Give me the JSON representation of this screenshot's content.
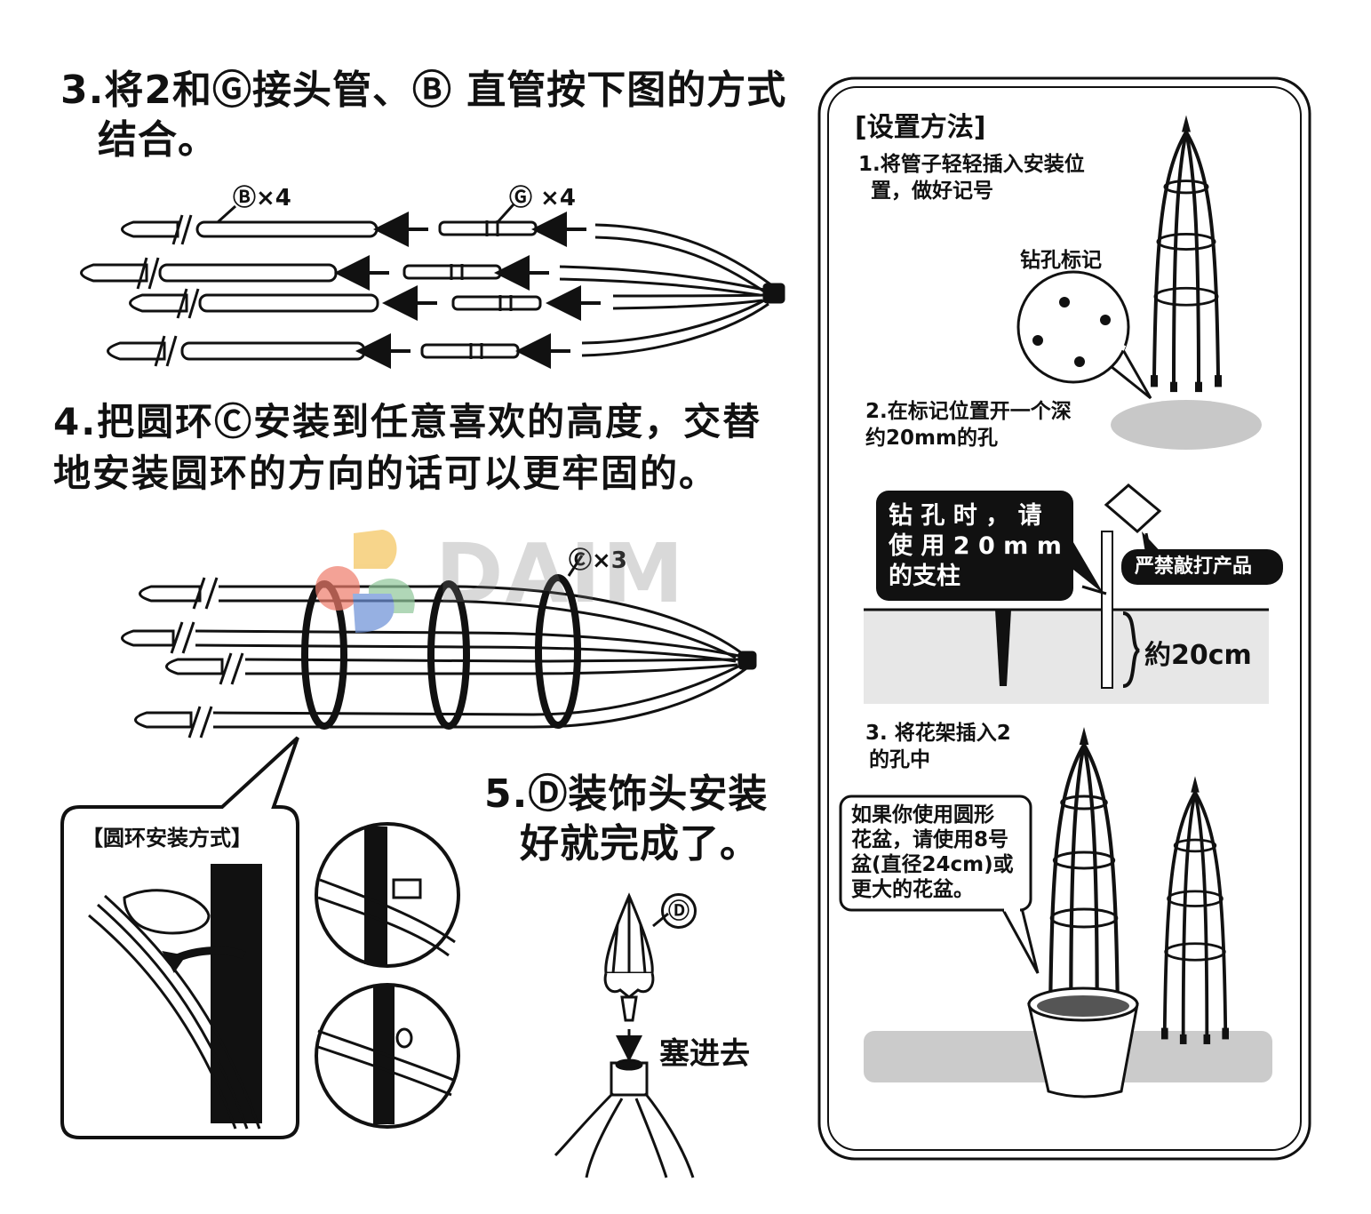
{
  "step3": {
    "line1": "3.将2和Ⓖ接头管、Ⓑ 直管按下图的方式",
    "line2": "结合。",
    "label_b": "Ⓑ×4",
    "label_g": "Ⓖ ×4"
  },
  "step4": {
    "line1": "4.把圆环Ⓒ安装到任意喜欢的高度，交替",
    "line2": "地安装圆环的方向的话可以更牢固的。",
    "label_c": "Ⓒ×3"
  },
  "ring_method": {
    "title": "【圆环安装方式】"
  },
  "step5": {
    "line1": "5.Ⓓ装饰头安装",
    "line2": "好就完成了。",
    "label_d": "Ⓓ",
    "insert_label": "塞进去"
  },
  "setup": {
    "title": "[设置方法]",
    "s1_line1": "1.将管子轻轻插入安装位",
    "s1_line2": "置，做好记号",
    "drill_mark": "钻孔标记",
    "s2_line1": "2.在标记位置开一个深",
    "s2_line2": "约20mm的孔",
    "drill_note_1": "钻 孔 时 ， 请",
    "drill_note_2": "使 用 2 0 m m",
    "drill_note_3": "的支柱",
    "no_hammer": "严禁敲打产品",
    "depth": "約20cm",
    "s3_line1": "3. 将花架插入2",
    "s3_line2": "的孔中",
    "pot_note_1": "如果你使用圆形",
    "pot_note_2": "花盆，请使用8号",
    "pot_note_3": "盆(直径24cm)或",
    "pot_note_4": "更大的花盆。"
  },
  "watermark": {
    "text": "DAIM"
  }
}
